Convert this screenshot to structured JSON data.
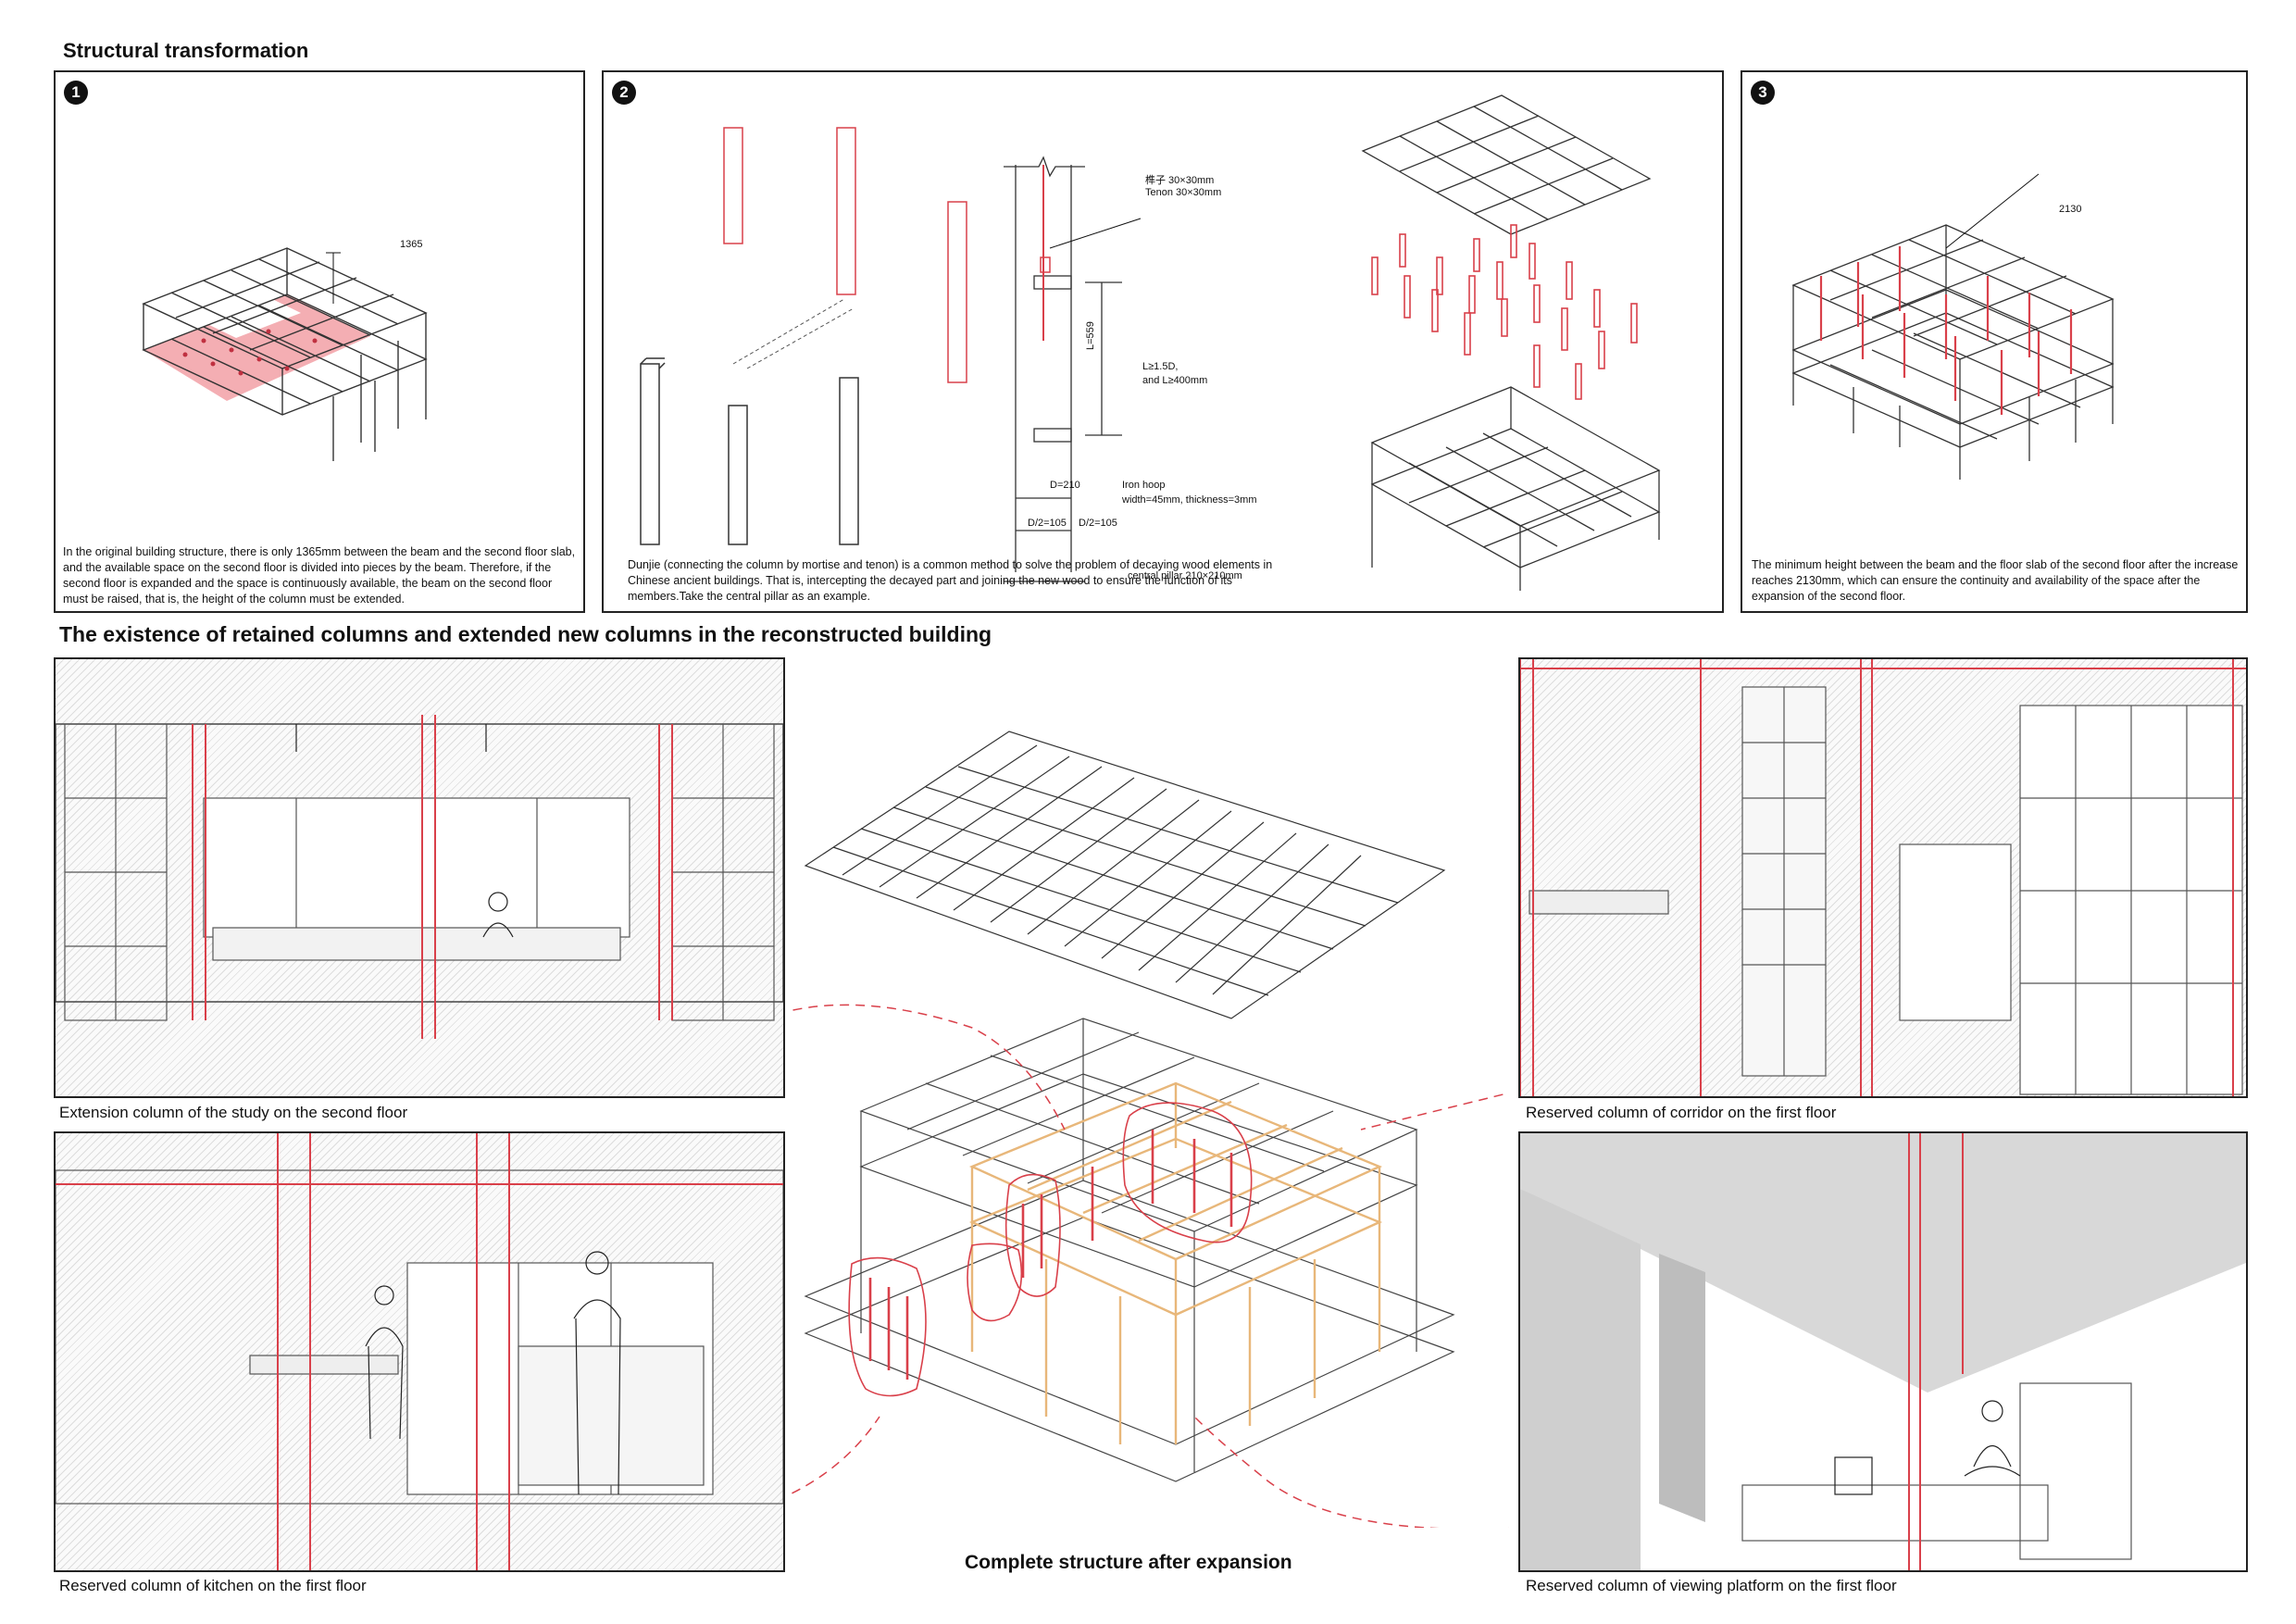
{
  "headings": {
    "structural": "Structural transformation",
    "existence": "The existence of retained columns and extended new columns in the reconstructed building",
    "complete": "Complete structure after expansion"
  },
  "panel1": {
    "number": "1",
    "dim_label": "1365",
    "description": "In the original building structure, there is only 1365mm between the beam and the second floor slab, and the available space on the second floor is divided into pieces by the beam. Therefore, if the second floor is expanded and the space is continuously available, the beam on the second floor must be raised, that is, the height of the column must be extended."
  },
  "panel2": {
    "number": "2",
    "labels": {
      "tenon_cn": "榫子 30×30mm",
      "tenon_en": "Tenon 30×30mm",
      "l559": "L=559",
      "l_rule1": "L≥1.5D,",
      "l_rule2": "and L≥400mm",
      "d210": "D=210",
      "iron_hoop": "Iron hoop",
      "hoop_size": "width=45mm, thickness=3mm",
      "half_d_left": "D/2=105",
      "half_d_right": "D/2=105",
      "central_pillar": "central pillar 210×210mm"
    },
    "description": "Dunjie (connecting the column by mortise and tenon) is a common method to solve the problem of decaying wood elements in Chinese ancient buildings. That is, intercepting the decayed part and joining the new wood to ensure the function of its members.Take the  central pillar as an example."
  },
  "panel3": {
    "number": "3",
    "dim_label": "2130",
    "description": "The minimum height between the beam and the floor slab of the second floor after the increase reaches 2130mm, which can ensure the continuity and availability of the space after the expansion of the second floor."
  },
  "captions": {
    "study": "Extension column of the study on the second floor",
    "kitchen": "Reserved column of kitchen on the first floor",
    "corridor": "Reserved column of corridor on the first floor",
    "viewing": "Reserved column of viewing platform on the first floor"
  },
  "colors": {
    "accent_red": "#d9404a",
    "soft_red": "#f2a0a6",
    "orange_new": "#e8b77a",
    "ink": "#222222"
  }
}
